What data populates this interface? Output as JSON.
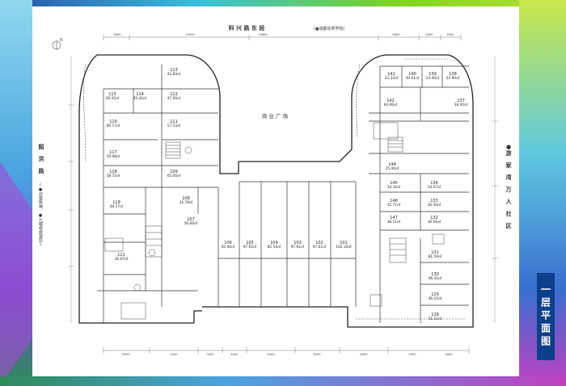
{
  "north_road": "科 兴 路 东 段",
  "north_road_note": "(●成都体育学院)",
  "west_road": "韶 洪 路",
  "west_road_note": "(●武侯新城·●九眼桥旅游区)",
  "east_road": "●游 家 湾 万 人 社 区",
  "plaza": "商 业 广 场",
  "floor_title": "一层平面图",
  "north_marker": "N",
  "top_dims": [
    "6000",
    "12000",
    "20800",
    "8000",
    "4000",
    "3000"
  ],
  "bottom_dims": [
    "8500",
    "4000",
    "9000",
    "4000",
    "4000",
    "6000",
    "6000",
    "5900",
    "9000"
  ],
  "units": [
    {
      "id": "113",
      "area": "42.83㎡"
    },
    {
      "id": "115",
      "area": "29.35㎡"
    },
    {
      "id": "114",
      "area": "45.42㎡"
    },
    {
      "id": "112",
      "area": "47.90㎡"
    },
    {
      "id": "116",
      "area": "66.17㎡"
    },
    {
      "id": "111",
      "area": "57.53㎡"
    },
    {
      "id": "117",
      "area": "50.48㎡"
    },
    {
      "id": "118",
      "area": "58.72㎡"
    },
    {
      "id": "109",
      "area": "65.04㎡"
    },
    {
      "id": "119",
      "area": "48.57㎡"
    },
    {
      "id": "108",
      "area": "32.78㎡"
    },
    {
      "id": "107",
      "area": "56.66㎡"
    },
    {
      "id": "121",
      "area": "36.67㎡"
    },
    {
      "id": "106",
      "area": "50.40㎡"
    },
    {
      "id": "105",
      "area": "97.65㎡"
    },
    {
      "id": "104",
      "area": "85.54㎡"
    },
    {
      "id": "103",
      "area": "97.61㎡"
    },
    {
      "id": "102",
      "area": "97.61㎡"
    },
    {
      "id": "101",
      "area": "102.34㎡"
    },
    {
      "id": "141",
      "area": "22.33㎡"
    },
    {
      "id": "140",
      "area": "20.01㎡"
    },
    {
      "id": "139",
      "area": "24.40㎡"
    },
    {
      "id": "138",
      "area": "25.90㎡"
    },
    {
      "id": "142",
      "area": "64.06㎡"
    },
    {
      "id": "137",
      "area": "38.40㎡"
    },
    {
      "id": "144",
      "area": "25.00㎡"
    },
    {
      "id": "145",
      "area": "34.16㎡"
    },
    {
      "id": "134",
      "area": "34.97㎡"
    },
    {
      "id": "146",
      "area": "35.71㎡"
    },
    {
      "id": "133",
      "area": "36.56㎡"
    },
    {
      "id": "147",
      "area": "38.11㎡"
    },
    {
      "id": "132",
      "area": "36.56㎡"
    },
    {
      "id": "131",
      "area": "81.59㎡"
    },
    {
      "id": "130",
      "area": "46.41㎡"
    },
    {
      "id": "129",
      "area": "46.15㎡"
    },
    {
      "id": "128",
      "area": "51.11㎡"
    }
  ]
}
